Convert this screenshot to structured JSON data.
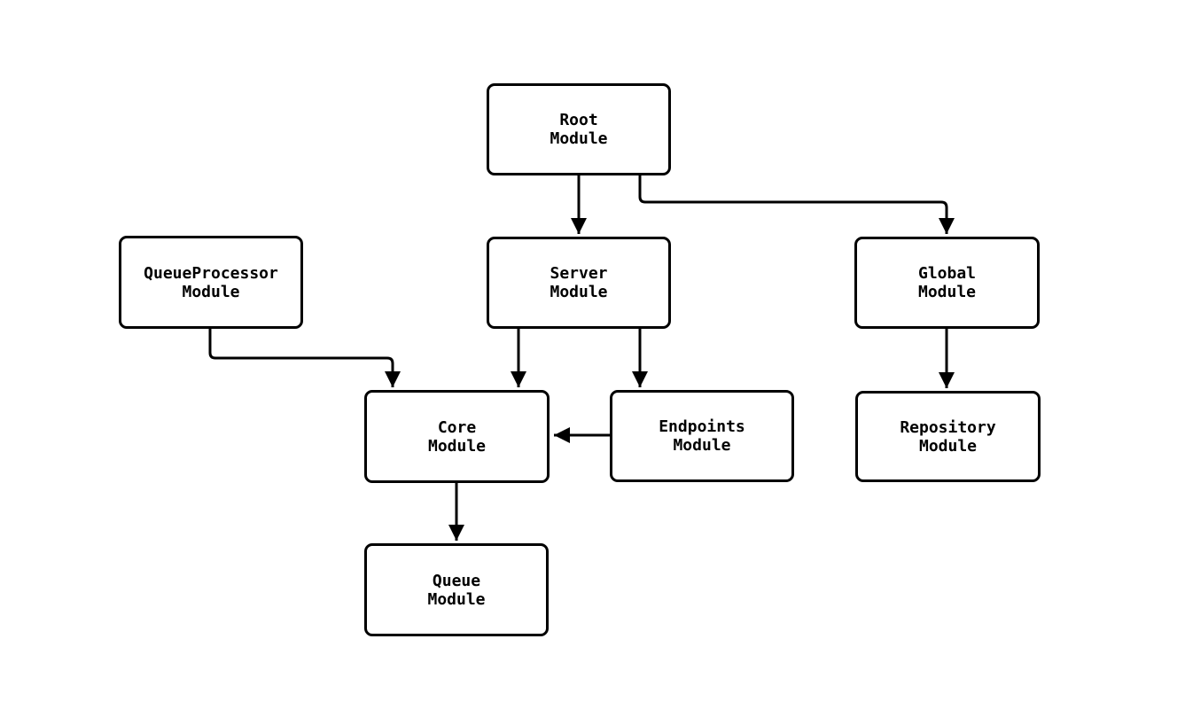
{
  "diagram": {
    "type": "module-dependency-graph",
    "colors": {
      "stroke": "#000000",
      "node_fill": "#ffffff",
      "background": "#ffffff",
      "text": "#000000"
    },
    "nodes": [
      {
        "id": "root",
        "label": "Root\nModule"
      },
      {
        "id": "queueprocessor",
        "label": "QueueProcessor\nModule"
      },
      {
        "id": "server",
        "label": "Server\nModule"
      },
      {
        "id": "global",
        "label": "Global\nModule"
      },
      {
        "id": "core",
        "label": "Core\nModule"
      },
      {
        "id": "endpoints",
        "label": "Endpoints\nModule"
      },
      {
        "id": "repository",
        "label": "Repository\nModule"
      },
      {
        "id": "queue",
        "label": "Queue\nModule"
      }
    ],
    "edges": [
      {
        "from": "root",
        "to": "server"
      },
      {
        "from": "root",
        "to": "global"
      },
      {
        "from": "queueprocessor",
        "to": "core"
      },
      {
        "from": "server",
        "to": "core"
      },
      {
        "from": "server",
        "to": "endpoints"
      },
      {
        "from": "endpoints",
        "to": "core"
      },
      {
        "from": "global",
        "to": "repository"
      },
      {
        "from": "core",
        "to": "queue"
      }
    ]
  }
}
